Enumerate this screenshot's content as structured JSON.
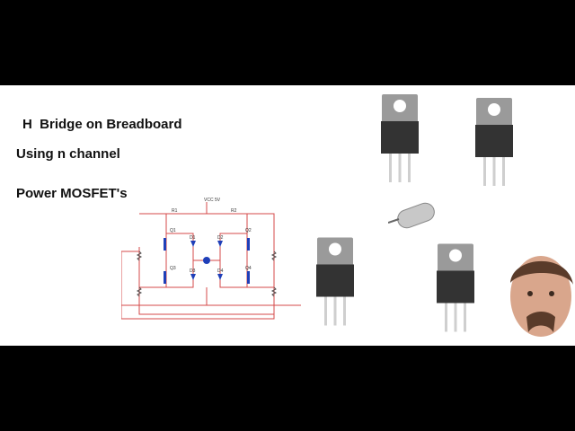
{
  "title": {
    "line1": "H  Bridge on Breadboard",
    "line2": "Using n channel",
    "line3": "Power MOSFET's"
  },
  "schematic": {
    "labels": {
      "vcc": "VCC",
      "v": "5V",
      "r1": "R1",
      "r2": "R2",
      "q1": "Q1",
      "q2": "Q2",
      "q3": "Q3",
      "q4": "Q4",
      "d1": "D1",
      "d2": "D2",
      "d3": "D3",
      "d4": "D4"
    },
    "colors": {
      "wire": "#d44a4a",
      "component": "#1f3fb8"
    }
  },
  "images": {
    "mosfet_count": 4,
    "motor": "dc-motor",
    "presenter": "person-photo"
  },
  "colors": {
    "letterbox": "#000000",
    "background": "#ffffff",
    "heatsink": "#9a9a9a",
    "package": "#333333",
    "leads": "#cfcfcf"
  }
}
